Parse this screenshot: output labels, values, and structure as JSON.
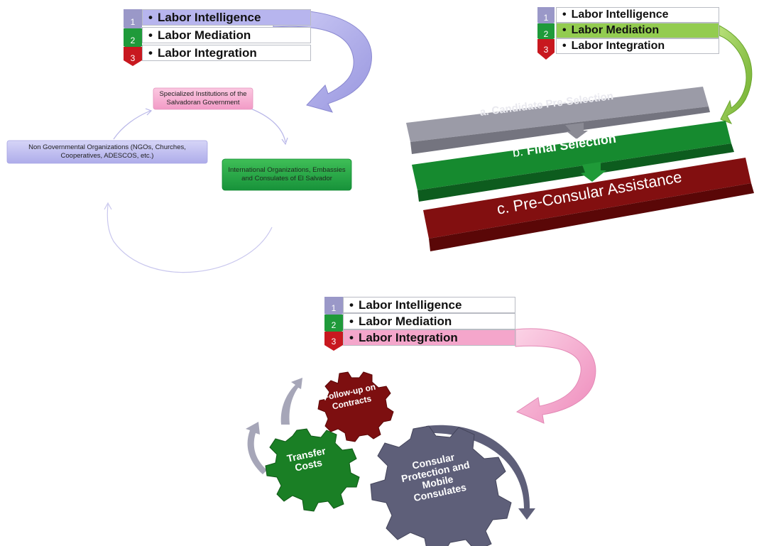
{
  "menus": [
    {
      "numbers": [
        "1",
        "2",
        "3"
      ],
      "items": [
        "Labor Intelligence",
        "Labor Mediation",
        "Labor Integration"
      ],
      "active": 0
    },
    {
      "numbers": [
        "1",
        "2",
        "3"
      ],
      "items": [
        "Labor Intelligence",
        "Labor Mediation",
        "Labor Integration"
      ],
      "active": 1
    },
    {
      "numbers": [
        "1",
        "2",
        "3"
      ],
      "items": [
        "Labor Intelligence",
        "Labor Mediation",
        "Labor Integration"
      ],
      "active": 2
    }
  ],
  "bullet": "•",
  "cycle": {
    "top": "Specialized Institutions of the Salvadoran Government",
    "right": "International Organizations, Embassies and Consulates of El Salvador",
    "left": "Non Governmental Organizations (NGOs, Churches, Cooperatives, ADESCOS,  etc.)"
  },
  "process": {
    "a": "a. Candidate Pre-Selection",
    "b_prefix": "b. ",
    "b_bold": "Final Selection",
    "c": "c. Pre-Consular Assistance"
  },
  "gears": {
    "red": "Follow-up on Contracts",
    "green": "Transfer Costs",
    "gray": "Consular Protection and Mobile Consulates"
  },
  "colors": {
    "purple": "#a9a6e6",
    "green": "#8ec641",
    "pink": "#f29fc7",
    "grayBar": "#9a9aa6",
    "greenBar": "#158a2e",
    "redBar": "#820e0e",
    "gearRed": "#7d0f10",
    "gearGreen": "#1a7f25",
    "gearGray": "#5e5f79"
  }
}
